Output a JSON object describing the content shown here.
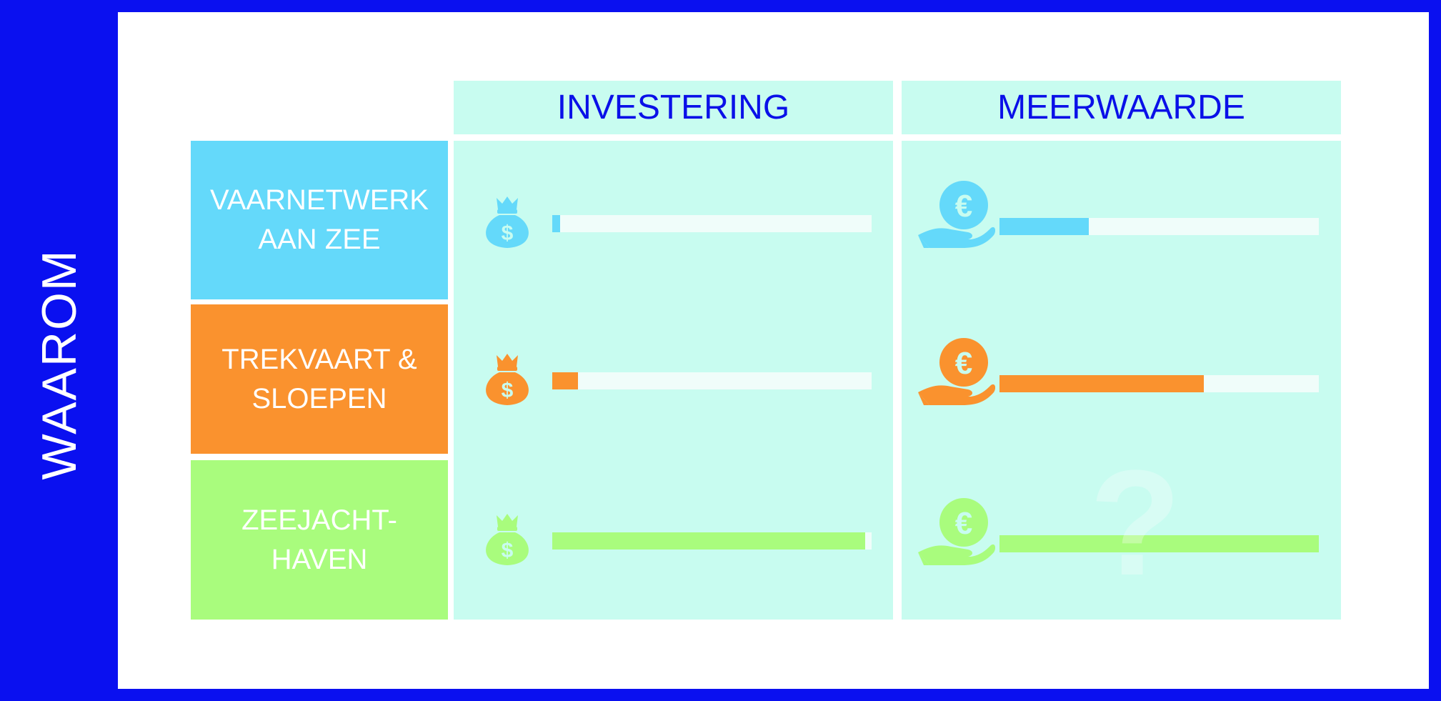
{
  "side_title": "WAAROM",
  "columns": {
    "investering": "INVESTERING",
    "meerwaarde": "MEERWAARDE"
  },
  "icons": {
    "investment": "money-bag-dollar-icon",
    "value": "hand-euro-coin-icon"
  },
  "colors": {
    "background": "#0A10F0",
    "cell": "#C8FCF0",
    "header_text": "#0A10E8",
    "bar_track": "#F0FDFA"
  },
  "rows": [
    {
      "label": "VAARNETWERK\nAAN ZEE",
      "color": "#64D9FA",
      "investering": 0.025,
      "meerwaarde": 0.28
    },
    {
      "label": "TREKVAART &\nSLOEPEN",
      "color": "#FA922E",
      "investering": 0.08,
      "meerwaarde": 0.64
    },
    {
      "label": "ZEEJACHT-\nHAVEN",
      "color": "#A9FC7D",
      "investering": 0.98,
      "meerwaarde": 1.0
    }
  ],
  "uncertain_mark": "?"
}
